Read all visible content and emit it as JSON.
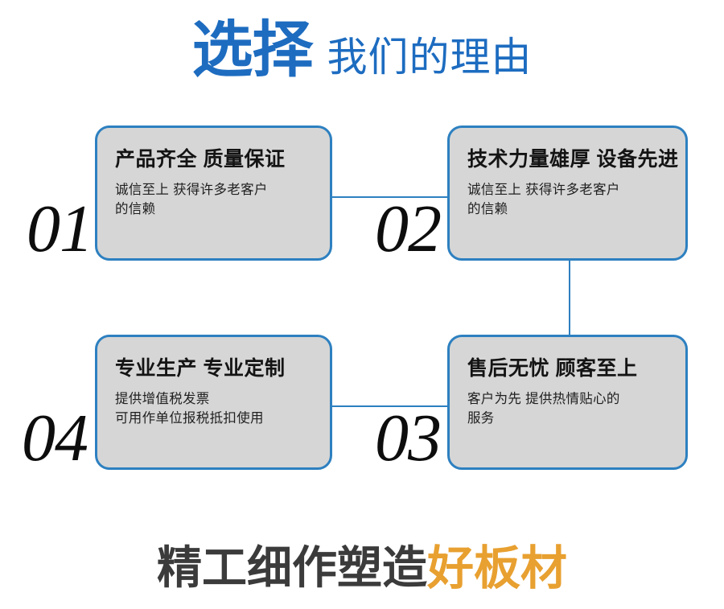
{
  "header": {
    "title_strong": "选择",
    "title_light": "我们的理由",
    "accent_color": "#1d6cc0"
  },
  "cards": [
    {
      "number": "01",
      "title": "产品齐全 质量保证",
      "body_lines": [
        "诚信至上 获得许多老客户",
        "的信赖"
      ]
    },
    {
      "number": "02",
      "title": "技术力量雄厚 设备先进",
      "body_lines": [
        "诚信至上 获得许多老客户",
        "的信赖"
      ]
    },
    {
      "number": "03",
      "title": "售后无忧 顾客至上",
      "body_lines": [
        "客户为先 提供热情贴心的",
        "服务"
      ]
    },
    {
      "number": "04",
      "title": "专业生产 专业定制",
      "body_lines": [
        "提供增值税发票",
        "可用作单位报税抵扣使用"
      ]
    }
  ],
  "style": {
    "card_fill": "#d6d6d6",
    "card_border": "#2d80c0",
    "connector_color": "#2d80c0",
    "number_color": "#0d0d0d",
    "card_title_color": "#141414"
  },
  "footer": {
    "text_dark": "精工细作塑造",
    "text_accent": "好板材",
    "accent_color": "#e8a030"
  }
}
